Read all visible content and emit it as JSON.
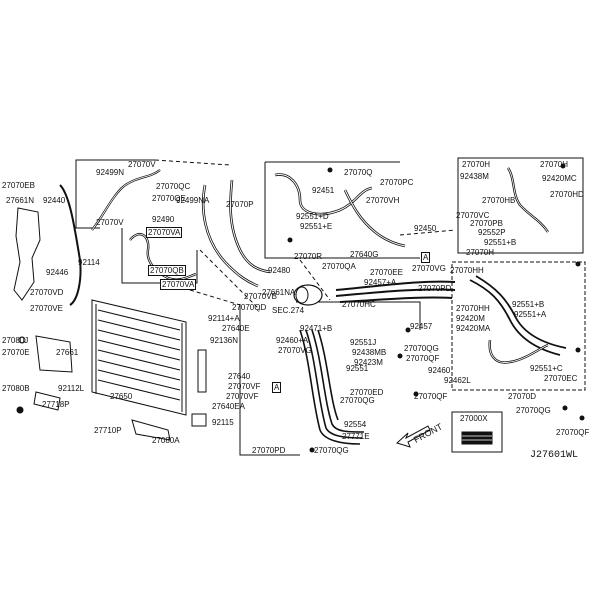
{
  "diagram_code": "J27601WL",
  "inset_label": "27000X",
  "front_label": "FRONT",
  "sec_label": "SEC.274",
  "callout_a": "A",
  "labels": {
    "p27070V_1": "27070V",
    "p92499N": "92499N",
    "p27070EB": "27070EB",
    "p92440": "92440",
    "p27661N": "27661N",
    "p27070V_2": "27070V",
    "p92490": "92490",
    "p27070QC": "27070QC",
    "p27070QE": "27070QE",
    "p92499NA": "92499NA",
    "p27070P": "27070P",
    "p27070VA_1": "27070VA",
    "p27070QB": "27070QB",
    "p27070VA_2": "27070VA",
    "p92114": "92114",
    "p92446": "92446",
    "p27070VD": "27070VD",
    "p27070VE": "27070VE",
    "p27070Q": "27070Q",
    "p92451": "92451",
    "p27070PC": "27070PC",
    "p27070VH": "27070VH",
    "p92551D": "92551+D",
    "p92551E": "92551+E",
    "p92450": "92450",
    "p27640G": "27640G",
    "p27070R": "27070R",
    "p27070QA": "27070QA",
    "p92480": "92480",
    "p27070VB": "27070VB",
    "p27070QD": "27070QD",
    "p27070H_1": "27070H",
    "p27070H_2": "27070H",
    "p92438M": "92438M",
    "p92420MC": "92420MC",
    "p27070HD": "27070HD",
    "p27070HB": "27070HB",
    "p27070VC": "27070VC",
    "p27070PB": "27070PB",
    "p92552P": "92552P",
    "p92551Bm": "92551+B",
    "p27070H_3": "27070H",
    "p27070EE": "27070EE",
    "p27070VG_1": "27070VG",
    "p27070HH_1": "27070HH",
    "p92457A": "92457+A",
    "p27070HC": "27070HC",
    "p27070PD_1": "27070PD",
    "p27070HH_2": "27070HH",
    "p92420M": "92420M",
    "p92420MA": "92420MA",
    "p92551B": "92551+B",
    "p92551A": "92551+A",
    "p92457": "92457",
    "p92471B": "92471+B",
    "p92460A": "92460+A",
    "p27070VG_2": "27070VG",
    "p92551J": "92551J",
    "p92438MB": "92438MB",
    "p92423M": "92423M",
    "p92551": "92551",
    "p92460": "92460",
    "p92462L": "92462L",
    "p27070QG_1": "27070QG",
    "p27070QF_1": "27070QF",
    "p27070ED": "27070ED",
    "p27070QF_2": "27070QF",
    "p92551C": "92551+C",
    "p27070EC": "27070EC",
    "p27070D": "27070D",
    "p27070QG_2": "27070QG",
    "p27070QF_3": "27070QF",
    "p27070QG_3": "27070QG",
    "p92114A": "92114+A",
    "p27640E": "27640E",
    "p92136N": "92136N",
    "p27661NA": "27661NA",
    "p27080J": "27080J",
    "p27070E": "27070E",
    "p27661": "27661",
    "p27080B": "27080B",
    "p92112L": "92112L",
    "p27718P": "27718P",
    "p27650": "27650",
    "p27640": "27640",
    "p27070VF_1": "27070VF",
    "p27070VF_2": "27070VF",
    "p27640EA": "27640EA",
    "p92115": "92115",
    "p27710P": "27710P",
    "p27080A": "27080A",
    "p27070PD_2": "27070PD",
    "p27070QG_4": "27070QG",
    "p92554": "92554",
    "p27771E": "27771E"
  }
}
